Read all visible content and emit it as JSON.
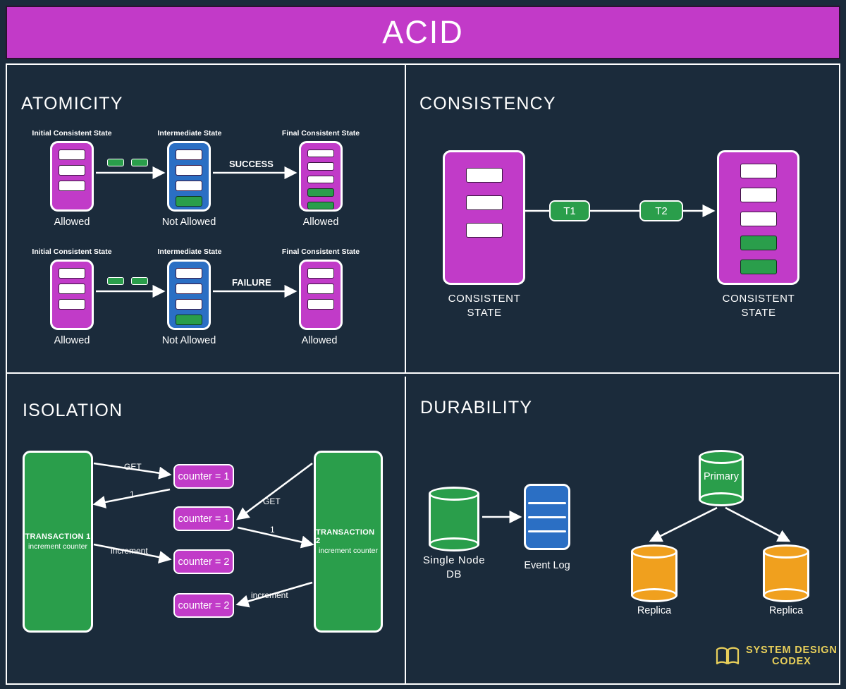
{
  "header": {
    "title": "ACID",
    "bg": "#c23ac8"
  },
  "theme": {
    "background": "#1b2b3b",
    "purple": "#c13bc8",
    "blue": "#2b6fc4",
    "green": "#2a9e4b",
    "orange": "#f0a01e",
    "white": "#ffffff",
    "logo_gold": "#e8cf5a"
  },
  "atomicity": {
    "title": "ATOMICITY",
    "rows": [
      {
        "outcome": "SUCCESS",
        "stages": [
          {
            "caption_top": "Initial Consistent State",
            "caption_bottom": "Allowed",
            "color": "purple",
            "rows": [
              "white",
              "white",
              "white"
            ]
          },
          {
            "caption_top": "Intermediate State",
            "caption_bottom": "Not Allowed",
            "color": "blue",
            "rows": [
              "white",
              "white",
              "white",
              "green"
            ]
          },
          {
            "caption_top": "Final Consistent State",
            "caption_bottom": "Allowed",
            "color": "purple",
            "rows": [
              "white",
              "white",
              "white",
              "green",
              "green"
            ]
          }
        ]
      },
      {
        "outcome": "FAILURE",
        "stages": [
          {
            "caption_top": "Initial Consistent State",
            "caption_bottom": "Allowed",
            "color": "purple",
            "rows": [
              "white",
              "white",
              "white"
            ]
          },
          {
            "caption_top": "Intermediate State",
            "caption_bottom": "Not Allowed",
            "color": "blue",
            "rows": [
              "white",
              "white",
              "white",
              "green"
            ]
          },
          {
            "caption_top": "Final Consistent State",
            "caption_bottom": "Allowed",
            "color": "purple",
            "rows": [
              "white",
              "white",
              "white"
            ]
          }
        ]
      }
    ]
  },
  "consistency": {
    "title": "CONSISTENCY",
    "left_state": {
      "caption": "CONSISTENT\nSTATE",
      "caption_line1": "CONSISTENT",
      "caption_line2": "STATE",
      "rows": [
        "white",
        "white",
        "white"
      ]
    },
    "right_state": {
      "caption": "CONSISTENT\nSTATE",
      "caption_line1": "CONSISTENT",
      "caption_line2": "STATE",
      "rows": [
        "white",
        "white",
        "white",
        "green",
        "green"
      ]
    },
    "transactions": [
      {
        "label": "T1"
      },
      {
        "label": "T2"
      }
    ]
  },
  "isolation": {
    "title": "ISOLATION",
    "transaction1": {
      "line1": "TRANSACTION 1",
      "line2": "increment counter"
    },
    "transaction2": {
      "line1": "TRANSACTION 2",
      "line2": "increment counter"
    },
    "counters": [
      {
        "label": "counter = 1"
      },
      {
        "label": "counter = 1"
      },
      {
        "label": "counter = 2"
      },
      {
        "label": "counter = 2"
      }
    ],
    "edges": [
      {
        "label": "GET"
      },
      {
        "label": "1"
      },
      {
        "label": "increment"
      },
      {
        "label": "GET"
      },
      {
        "label": "1"
      },
      {
        "label": "increment"
      }
    ]
  },
  "durability": {
    "title": "DURABILITY",
    "single_node": {
      "caption_line1": "Single Node",
      "caption_line2": "DB"
    },
    "event_log": {
      "caption": "Event Log"
    },
    "primary": {
      "label": "Primary"
    },
    "replicas": [
      {
        "caption": "Replica"
      },
      {
        "caption": "Replica"
      }
    ]
  },
  "logo": {
    "line1": "SYSTEM DESIGN",
    "line2": "CODEX"
  }
}
